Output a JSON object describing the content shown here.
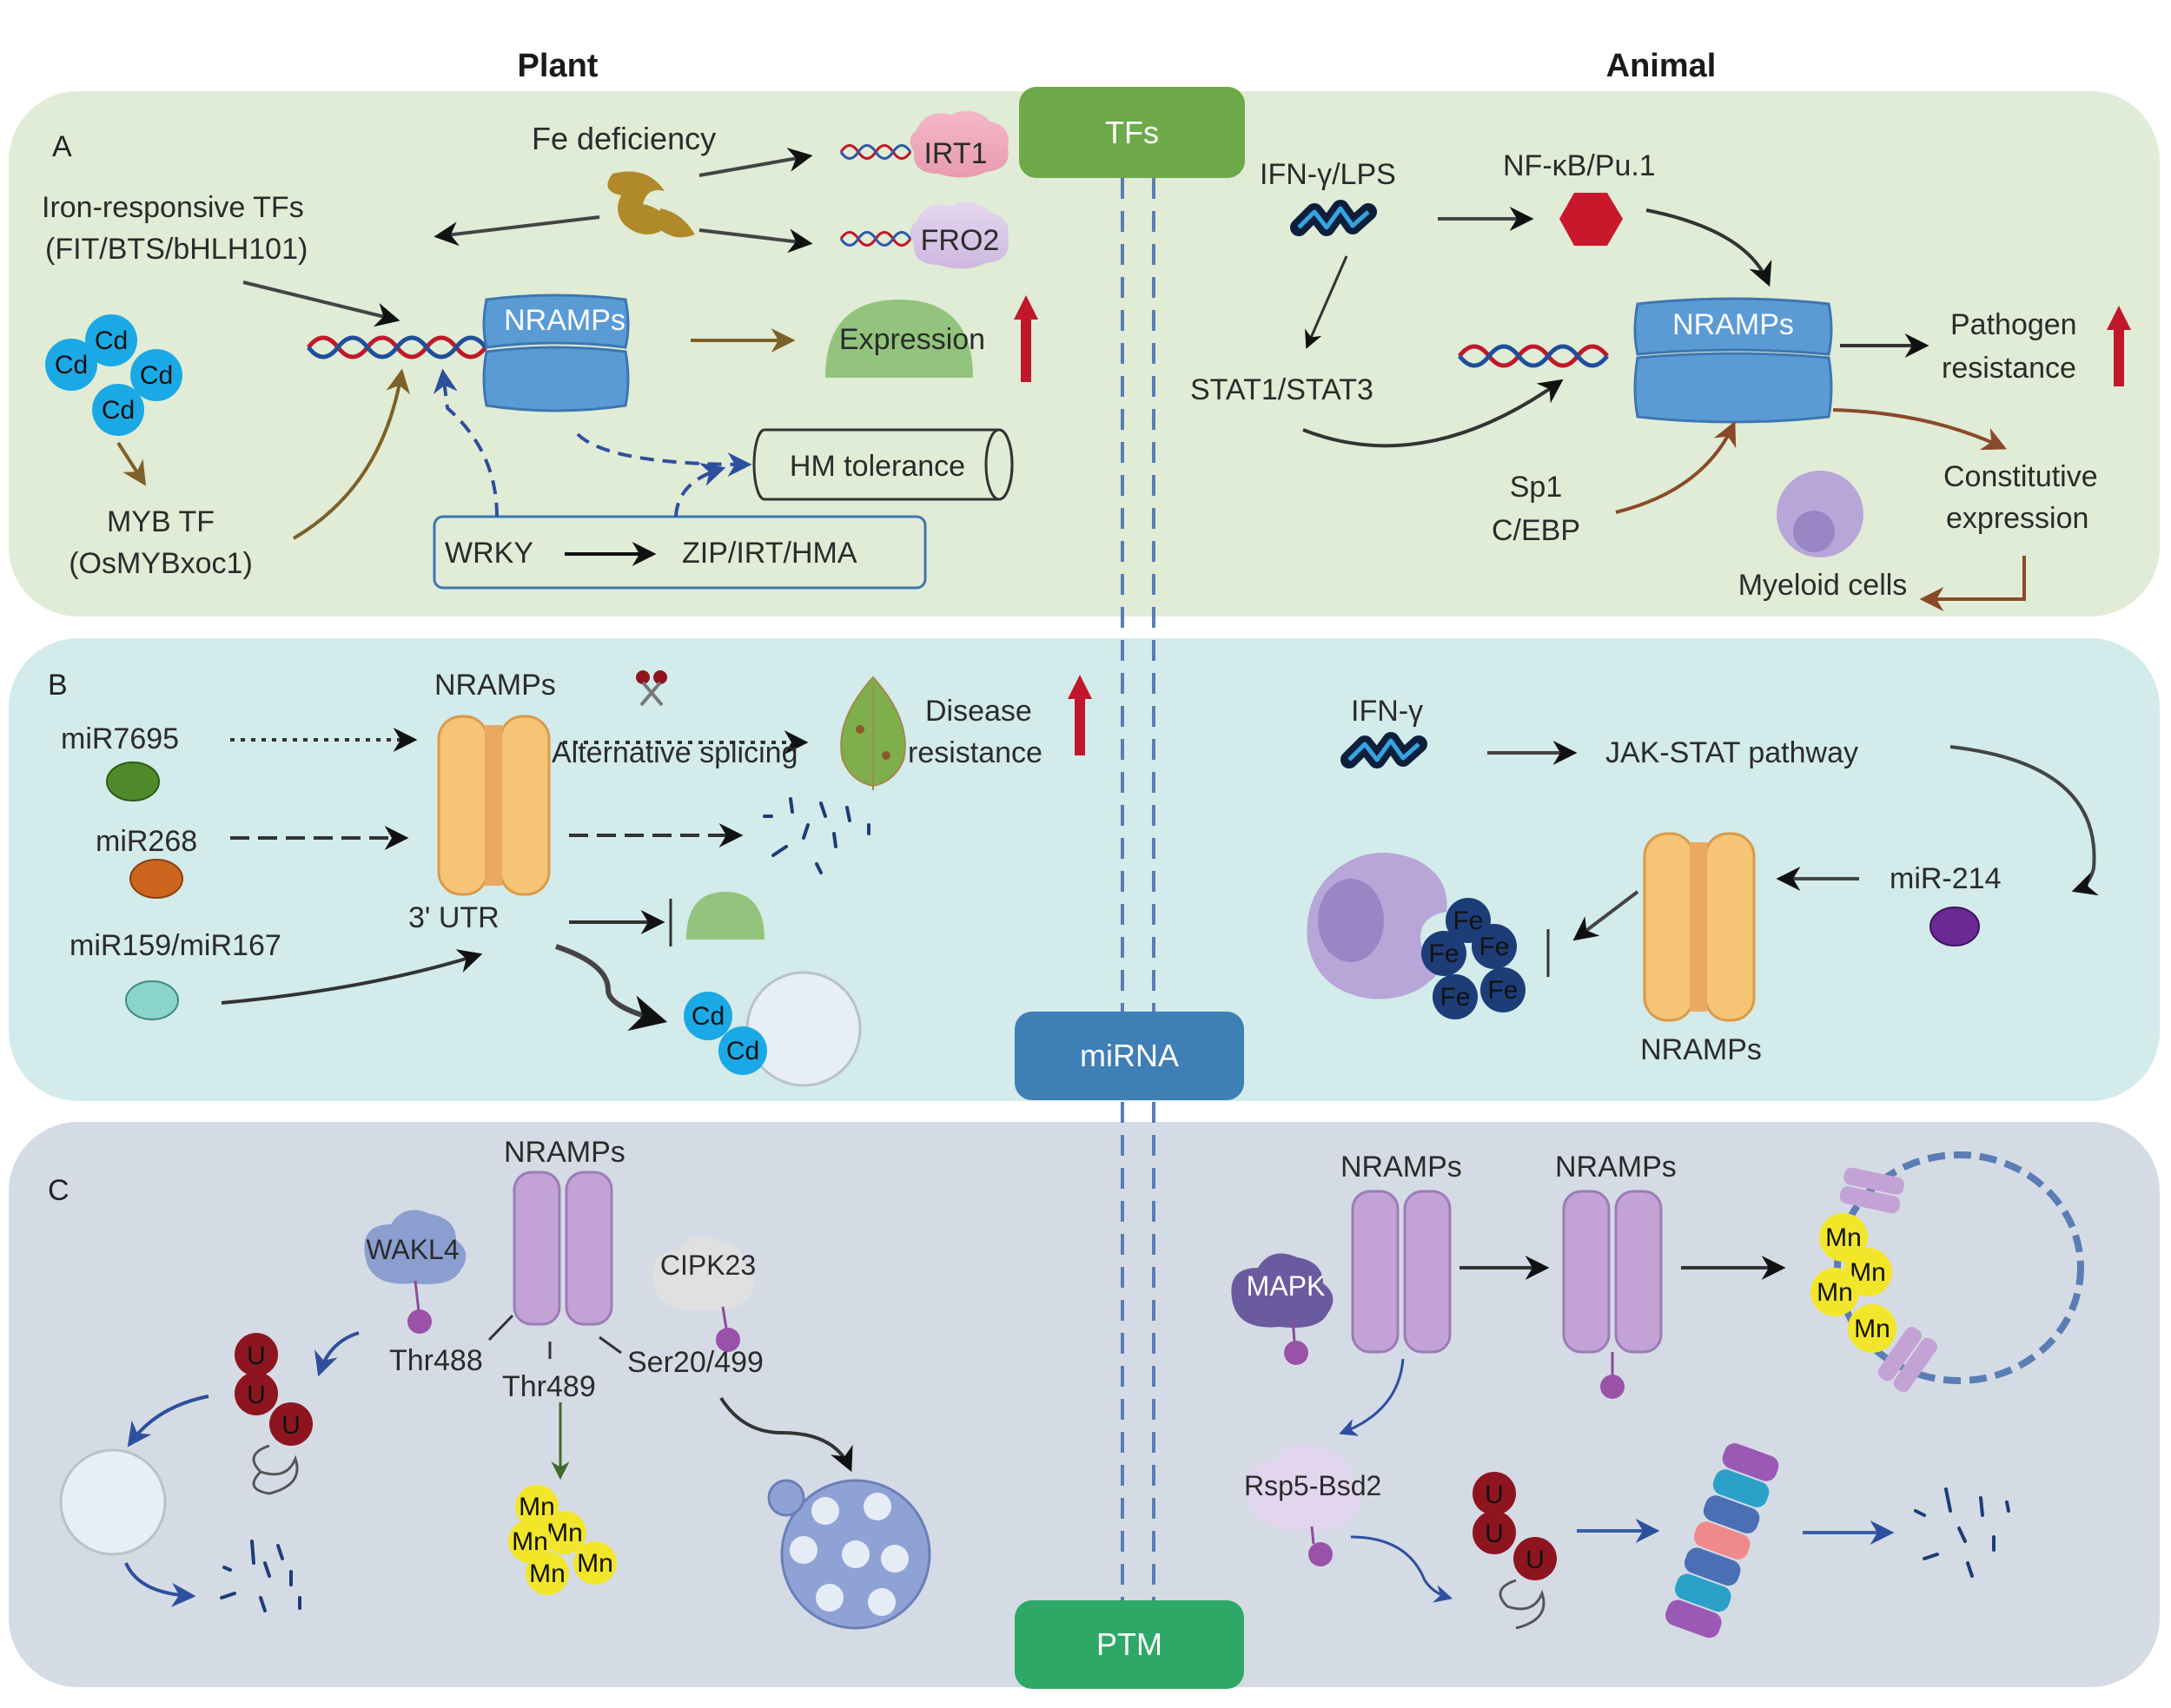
{
  "headers": {
    "plant": "Plant",
    "animal": "Animal"
  },
  "colors": {
    "panelA": "#e0ecd6",
    "panelB": "#d3ebea",
    "panelC": "#d5dbe5",
    "tfs_box": "#6ea94a",
    "mirna_box": "#3e7fb5",
    "ptm_box": "#2ea867",
    "nramp_blue": "#5b9bd5",
    "nramp_orange": "#f5c474",
    "nramp_purple": "#c3a3d6",
    "up_arrow": "#c0182a",
    "cd": "#1ba9e6",
    "mn": "#f2e62a",
    "fe": "#1d3d78",
    "ubiquitin": "#8e1520"
  },
  "category_boxes": {
    "tfs": "TFs",
    "mirna": "miRNA",
    "ptm": "PTM"
  },
  "panelA": {
    "label": "A",
    "plant": {
      "fe_deficiency": "Fe deficiency",
      "irt1": "IRT1",
      "fro2": "FRO2",
      "iron_tfs_line1": "Iron-responsive TFs",
      "iron_tfs_line2": "(FIT/BTS/bHLH101)",
      "nramps": "NRAMPs",
      "expression": "Expression",
      "hm_tolerance": "HM tolerance",
      "cd": "Cd",
      "myb_line1": "MYB TF",
      "myb_line2": "(OsMYBxoc1)",
      "wrky": "WRKY",
      "zip": "ZIP/IRT/HMA"
    },
    "animal": {
      "ifn_lps": "IFN-γ/LPS",
      "nfkb": "NF-κB/Pu.1",
      "stat": "STAT1/STAT3",
      "nramps": "NRAMPs",
      "pathogen_line1": "Pathogen",
      "pathogen_line2": "resistance",
      "sp1": "Sp1",
      "cebp": "C/EBP",
      "constitutive_line1": "Constitutive",
      "constitutive_line2": "expression",
      "myeloid": "Myeloid cells"
    }
  },
  "panelB": {
    "label": "B",
    "plant": {
      "nramps": "NRAMPs",
      "mir7695": "miR7695",
      "mir268": "miR268",
      "mir159": "miR159/miR167",
      "utr": "3' UTR",
      "alt_splicing": "Alternative splicing",
      "disease_line1": "Disease",
      "disease_line2": "resistance",
      "cd": "Cd"
    },
    "animal": {
      "ifn": "IFN-γ",
      "jakstat": "JAK-STAT pathway",
      "mir214": "miR-214",
      "nramps": "NRAMPs",
      "fe": "Fe"
    }
  },
  "panelC": {
    "label": "C",
    "plant": {
      "nramps": "NRAMPs",
      "wakl4": "WAKL4",
      "cipk23": "CIPK23",
      "thr488": "Thr488",
      "thr489": "Thr489",
      "ser20": "Ser20/499",
      "ub": "U",
      "mn": "Mn"
    },
    "animal": {
      "nramps_a": "NRAMPs",
      "nramps_b": "NRAMPs",
      "mapk": "MAPK",
      "rsp5": "Rsp5-Bsd2",
      "ub": "U",
      "mn": "Mn"
    }
  }
}
